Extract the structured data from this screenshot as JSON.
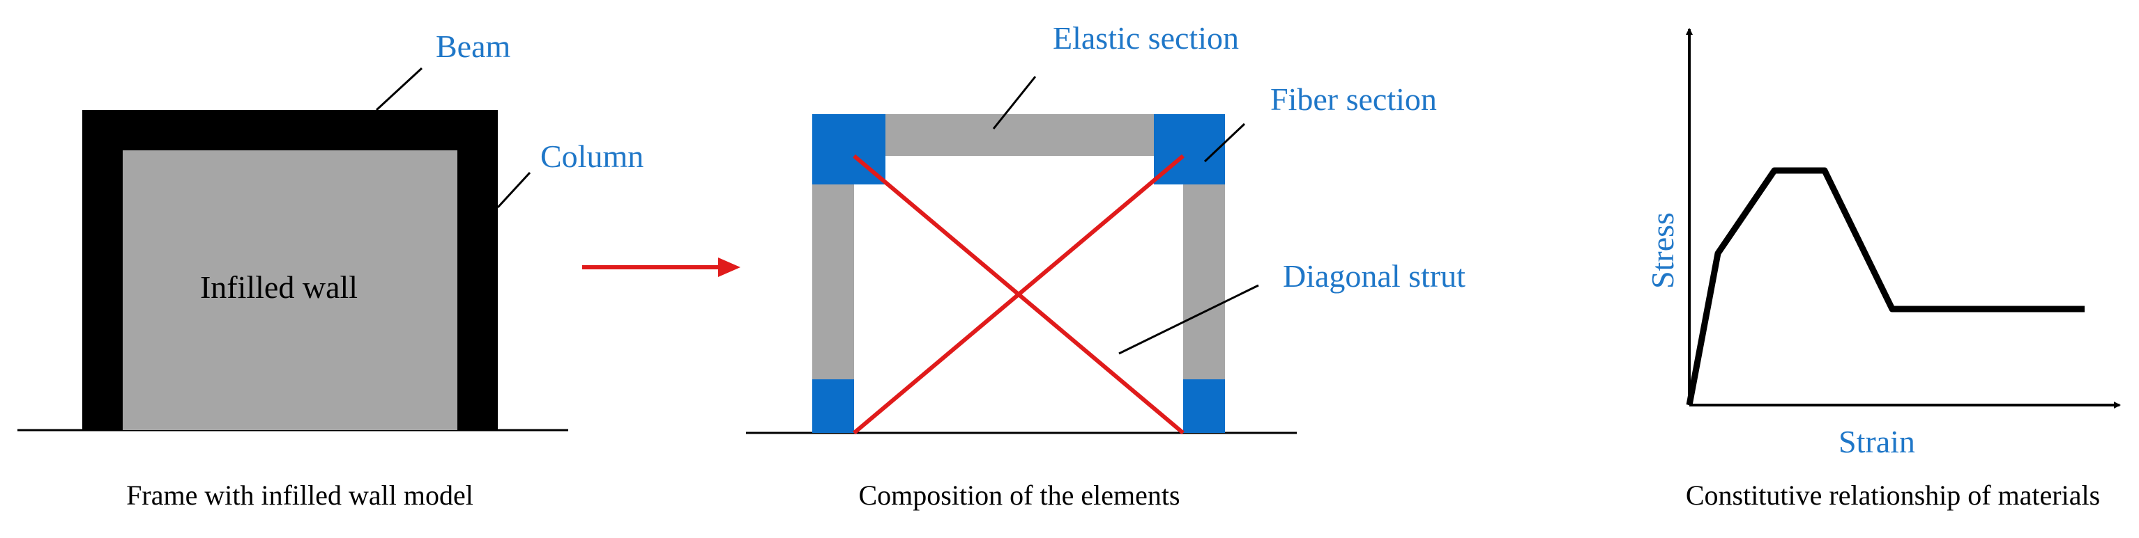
{
  "colors": {
    "frame": "#000000",
    "infill": "#a6a6a6",
    "elastic_section": "#a6a6a6",
    "fiber_section": "#0b6ec9",
    "diagonal_strut": "#e01b1b",
    "arrow": "#e01b1b",
    "label_blue": "#1f77c8",
    "curve": "#000000"
  },
  "panel_frame": {
    "beam_label": "Beam",
    "column_label": "Column",
    "infill_label": "Infilled wall",
    "caption": "Frame with infilled wall model"
  },
  "panel_elements": {
    "elastic_label": "Elastic section",
    "fiber_label": "Fiber section",
    "strut_label": "Diagonal strut",
    "caption": "Composition of the elements"
  },
  "panel_material": {
    "y_label": "Stress",
    "x_label": "Strain",
    "caption": "Constitutive relationship of materials"
  },
  "icons": {
    "transition_arrow": "right-arrow-icon"
  }
}
